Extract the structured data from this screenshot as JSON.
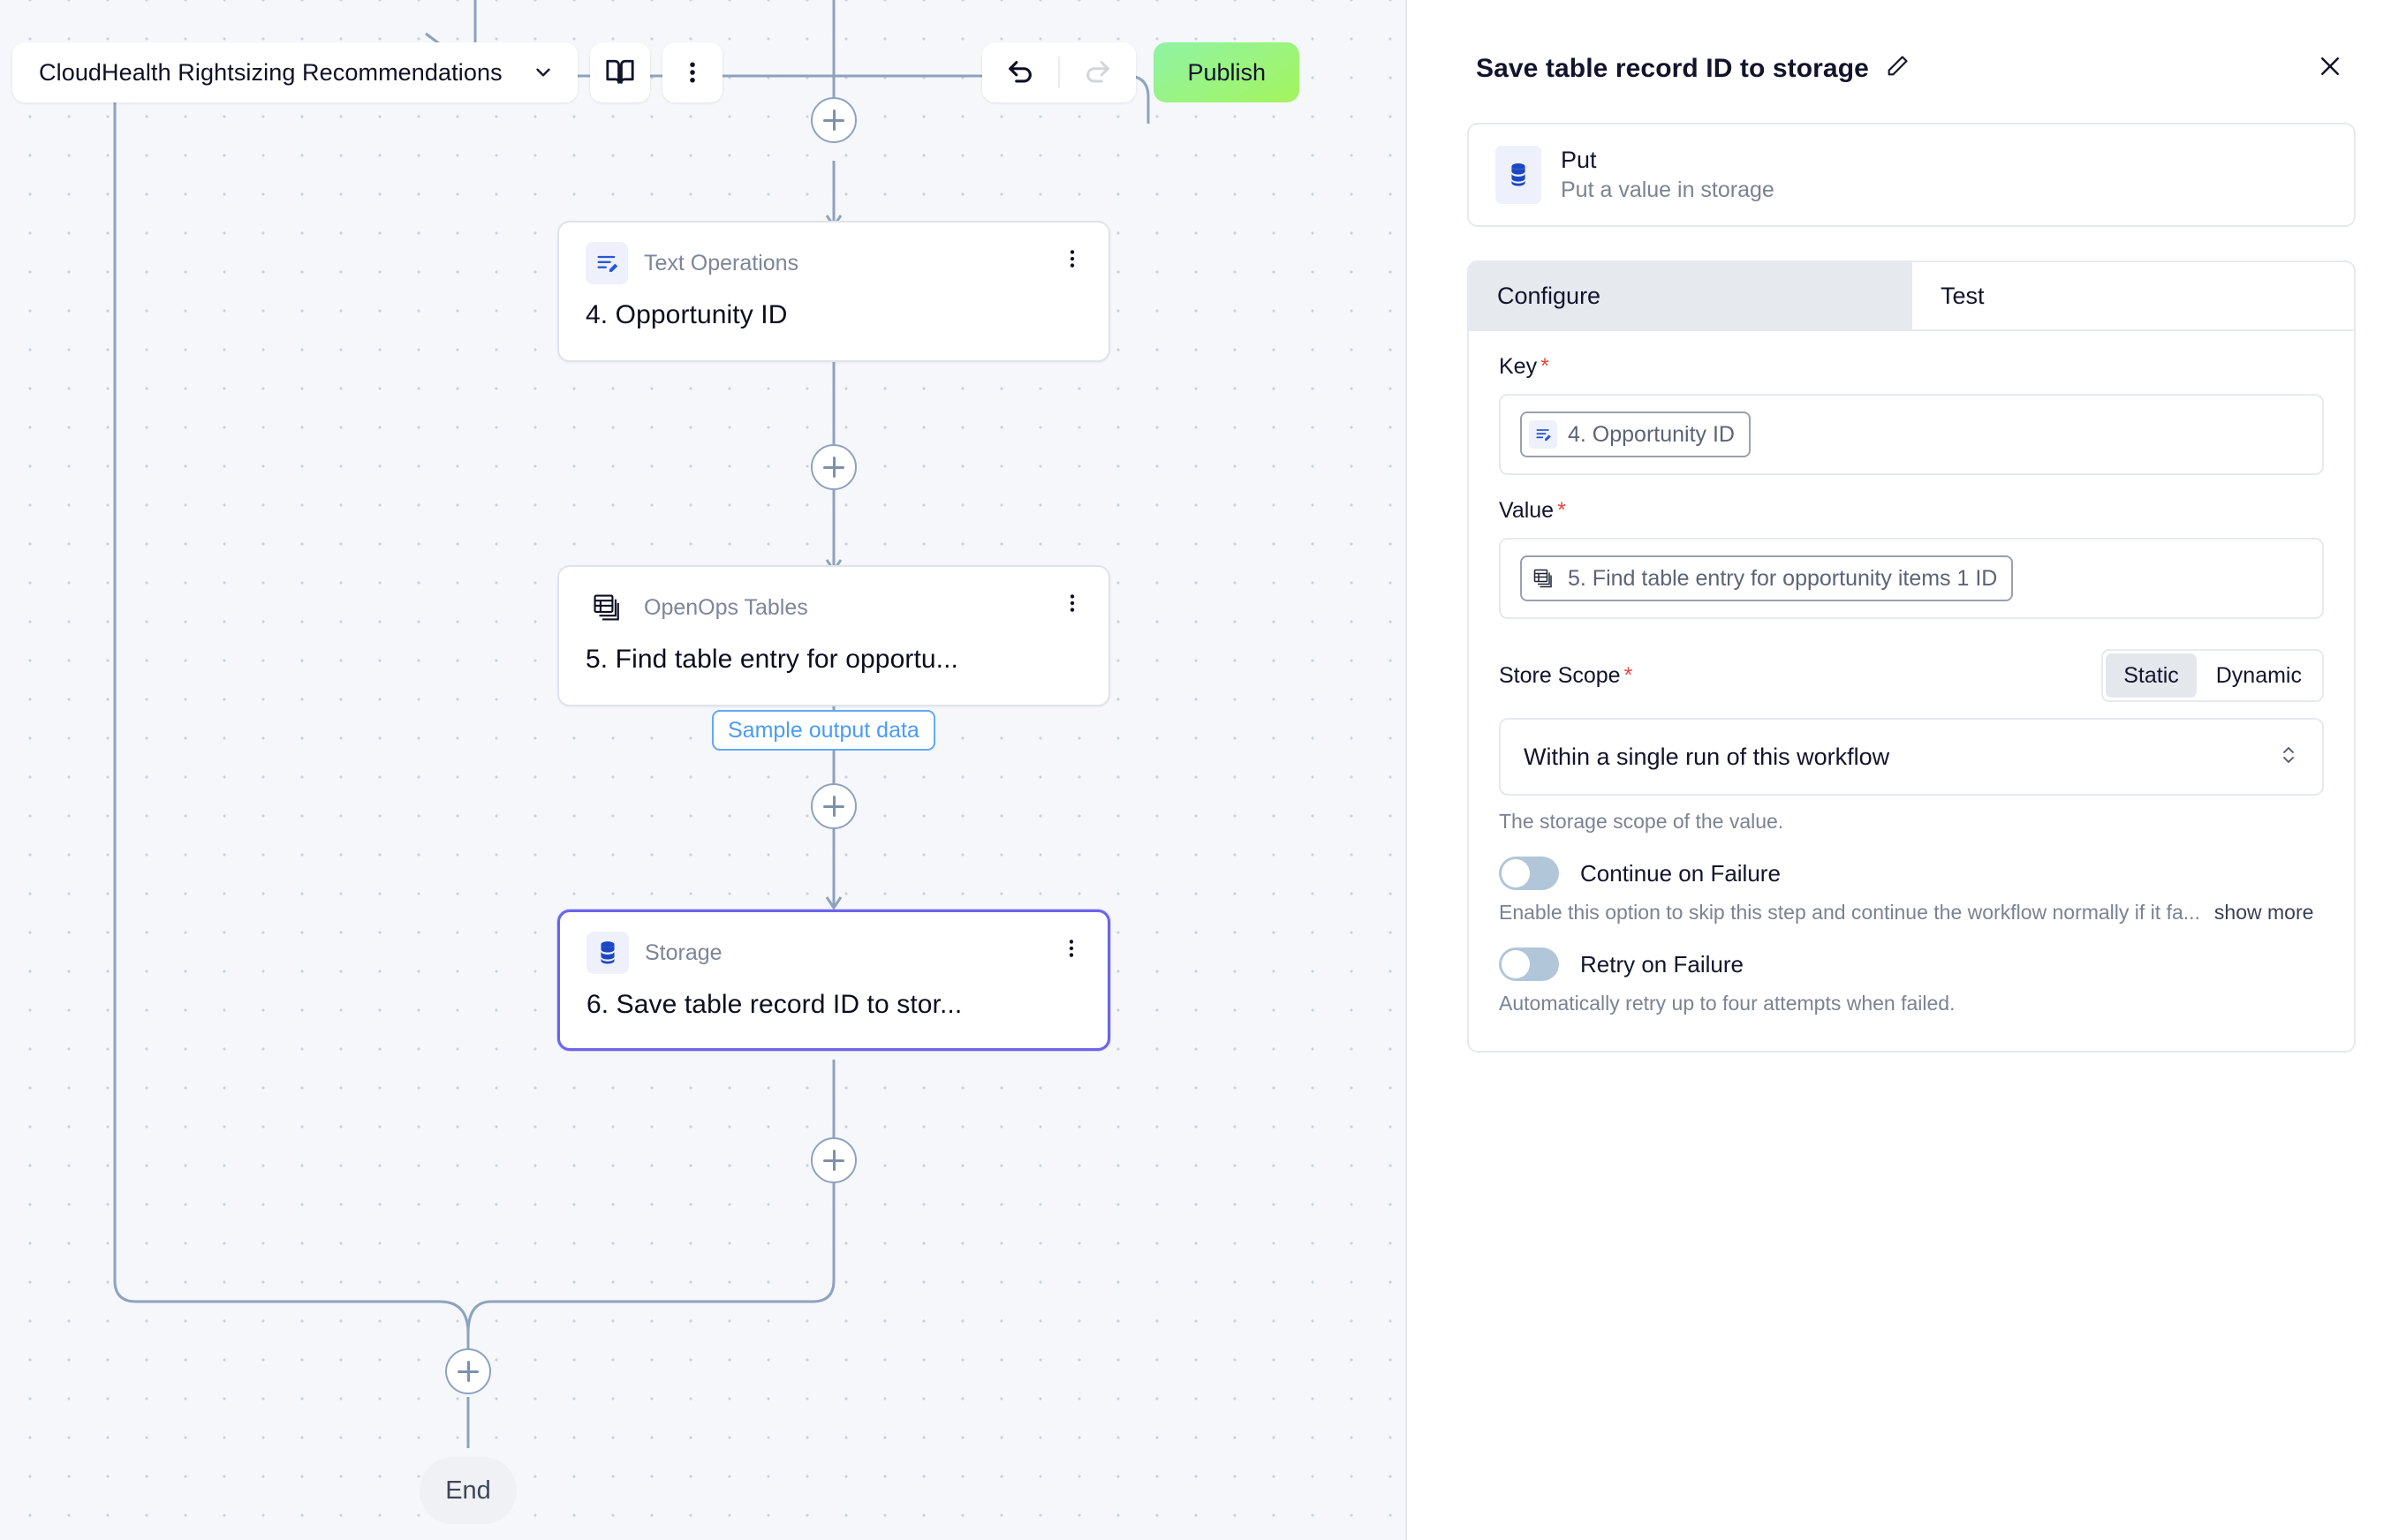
{
  "canvas": {
    "toolbar": {
      "workflow_name": "CloudHealth Rightsizing Recommendations",
      "chevron_icon": "chevron-down-icon",
      "docs_icon": "book-icon",
      "more_icon": "more-vertical-icon",
      "undo_icon": "undo-arrow-icon",
      "redo_icon": "redo-arrow-icon",
      "publish_label": "Publish",
      "publish_color": "#a4f45e"
    },
    "nodes": [
      {
        "type": "Text Operations",
        "title": "4. Opportunity ID",
        "icon": "text-operations-icon",
        "selected": false
      },
      {
        "type": "OpenOps Tables",
        "title": "5. Find table entry for opportu...",
        "icon": "tables-icon",
        "selected": false,
        "badge": "Sample output data"
      },
      {
        "type": "Storage",
        "title": "6. Save table record ID to stor...",
        "icon": "database-icon",
        "selected": true
      }
    ],
    "end_label": "End",
    "add_icon": "plus-icon",
    "selected_border_color": "#6c63ec",
    "edge_color": "#8ea2bf"
  },
  "panel": {
    "title": "Save table record ID to storage",
    "edit_icon": "pencil-icon",
    "close_icon": "close-icon",
    "action": {
      "name": "Put",
      "description": "Put a value in storage",
      "icon": "database-icon"
    },
    "tabs": [
      {
        "label": "Configure",
        "active": true
      },
      {
        "label": "Test",
        "active": false
      }
    ],
    "key_field": {
      "label": "Key",
      "required": true,
      "value": "4. Opportunity ID",
      "value_icon": "text-operations-icon"
    },
    "value_field": {
      "label": "Value",
      "required": true,
      "value": "5. Find table entry for opportunity items 1 ID",
      "value_icon": "tables-icon"
    },
    "store_scope": {
      "label": "Store Scope",
      "required": true,
      "mode_options": [
        "Static",
        "Dynamic"
      ],
      "mode_selected": "Static",
      "selected_value": "Within a single run of this workflow",
      "caret_icon": "chevron-up-down-icon",
      "helper": "The storage scope of the value."
    },
    "continue_on_failure": {
      "label": "Continue on Failure",
      "enabled": false,
      "description": "Enable this option to skip this step and continue the workflow normally if it fa...",
      "show_more": "show more"
    },
    "retry_on_failure": {
      "label": "Retry on Failure",
      "enabled": false,
      "description": "Automatically retry up to four attempts when failed."
    },
    "required_marker": "*"
  }
}
